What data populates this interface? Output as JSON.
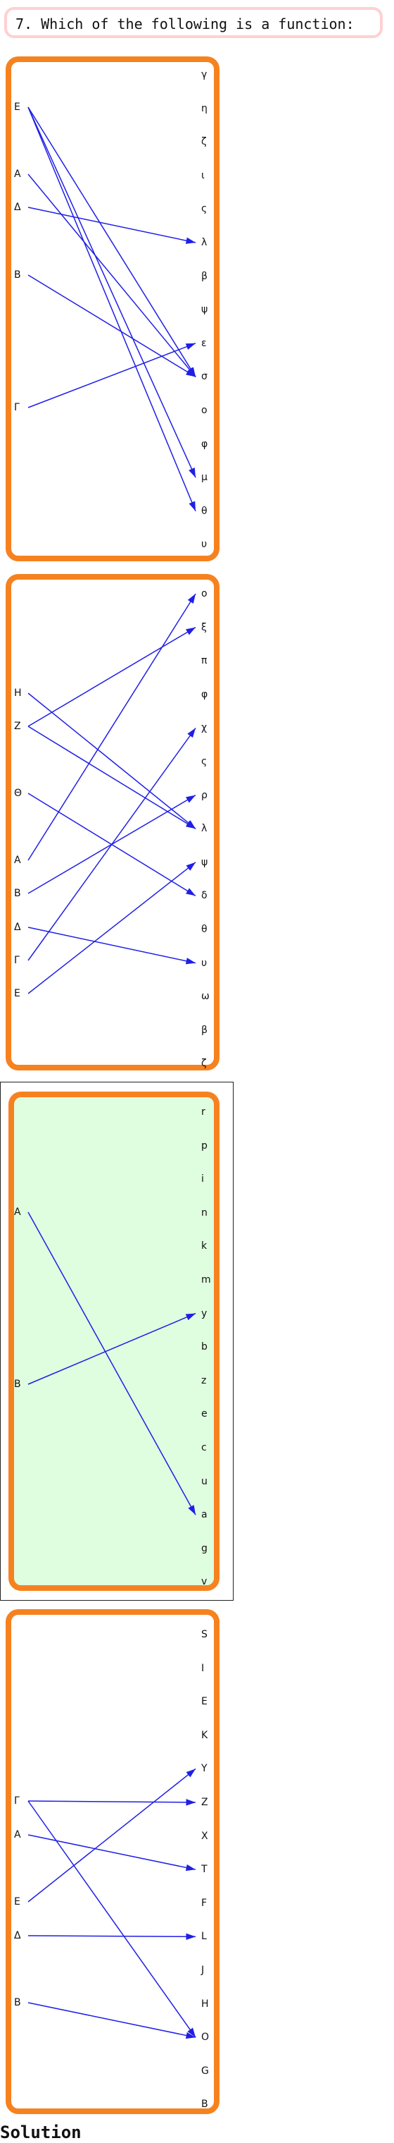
{
  "question": "7. Which of the following is a function:",
  "solution_label": "Solution",
  "colors": {
    "panel_border": "#f6821f",
    "arrow": "#1f1fe6",
    "correct_bg": "#dffddf",
    "question_border": "#ffd0d2"
  },
  "diagrams": [
    {
      "domain": [
        "E",
        "A",
        "Δ",
        "B",
        "Γ"
      ],
      "codomain": [
        "γ",
        "η",
        "ζ",
        "ι",
        "ς",
        "λ",
        "β",
        "ψ",
        "ε",
        "σ",
        "ο",
        "φ",
        "μ",
        "θ",
        "υ"
      ],
      "mappings": [
        [
          "E",
          "σ"
        ],
        [
          "E",
          "μ"
        ],
        [
          "E",
          "θ"
        ],
        [
          "A",
          "σ"
        ],
        [
          "Δ",
          "λ"
        ],
        [
          "B",
          "σ"
        ],
        [
          "Γ",
          "ε"
        ]
      ],
      "correct": false
    },
    {
      "domain": [
        "H",
        "Z",
        "Θ",
        "A",
        "B",
        "Δ",
        "Γ",
        "E"
      ],
      "codomain": [
        "ο",
        "ξ",
        "π",
        "φ",
        "χ",
        "ς",
        "ρ",
        "λ",
        "ψ",
        "δ",
        "θ",
        "υ",
        "ω",
        "β",
        "ζ"
      ],
      "mappings": [
        [
          "H",
          "λ"
        ],
        [
          "Z",
          "ξ"
        ],
        [
          "Z",
          "λ"
        ],
        [
          "Θ",
          "δ"
        ],
        [
          "A",
          "ο"
        ],
        [
          "B",
          "ρ"
        ],
        [
          "Δ",
          "υ"
        ],
        [
          "Γ",
          "χ"
        ],
        [
          "E",
          "ψ"
        ]
      ],
      "correct": false
    },
    {
      "domain": [
        "A",
        "B"
      ],
      "codomain": [
        "r",
        "p",
        "i",
        "n",
        "k",
        "m",
        "y",
        "b",
        "z",
        "e",
        "c",
        "u",
        "a",
        "g",
        "v"
      ],
      "mappings": [
        [
          "A",
          "a"
        ],
        [
          "B",
          "y"
        ]
      ],
      "correct": true
    },
    {
      "domain": [
        "Γ",
        "A",
        "E",
        "Δ",
        "B"
      ],
      "codomain": [
        "S",
        "I",
        "E",
        "K",
        "Y",
        "Z",
        "X",
        "T",
        "F",
        "L",
        "J",
        "H",
        "O",
        "G",
        "B"
      ],
      "mappings": [
        [
          "Γ",
          "Z"
        ],
        [
          "Γ",
          "O"
        ],
        [
          "A",
          "T"
        ],
        [
          "E",
          "Y"
        ],
        [
          "Δ",
          "L"
        ],
        [
          "B",
          "O"
        ]
      ],
      "correct": false
    }
  ]
}
